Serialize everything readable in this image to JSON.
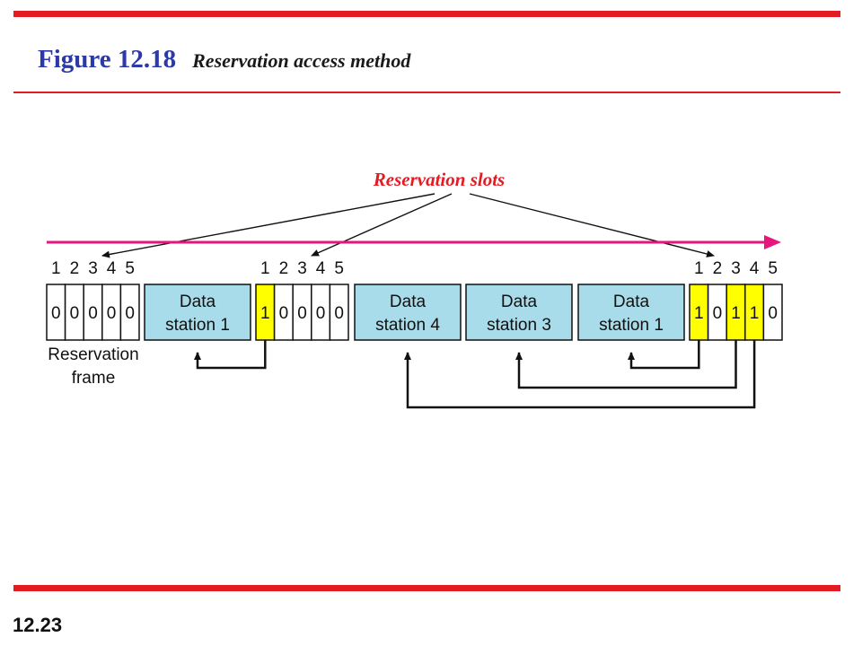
{
  "slide": {
    "figure_number": "Figure 12.18",
    "figure_caption": "Reservation access method",
    "slide_number": "12.23"
  },
  "diagram": {
    "callout": "Reservation slots",
    "frame_label": [
      "Reservation",
      "frame"
    ],
    "slot_numbers": [
      "1",
      "2",
      "3",
      "4",
      "5"
    ],
    "reservation_frames": [
      {
        "bits": [
          "0",
          "0",
          "0",
          "0",
          "0"
        ],
        "reserved": [
          false,
          false,
          false,
          false,
          false
        ]
      },
      {
        "bits": [
          "1",
          "0",
          "0",
          "0",
          "0"
        ],
        "reserved": [
          true,
          false,
          false,
          false,
          false
        ]
      },
      {
        "bits": [
          "1",
          "0",
          "1",
          "1",
          "0"
        ],
        "reserved": [
          true,
          false,
          true,
          true,
          false
        ]
      }
    ],
    "data_frames": [
      {
        "line1": "Data",
        "line2": "station 1"
      },
      {
        "line1": "Data",
        "line2": "station 4"
      },
      {
        "line1": "Data",
        "line2": "station 3"
      },
      {
        "line1": "Data",
        "line2": "station 1"
      }
    ],
    "colors": {
      "rule": "#e31b23",
      "title": "#2b3aa8",
      "callout": "#e31b23",
      "timeline": "#e8157d",
      "data_fill": "#a9dcea",
      "reserved_fill": "#ffff00"
    }
  }
}
